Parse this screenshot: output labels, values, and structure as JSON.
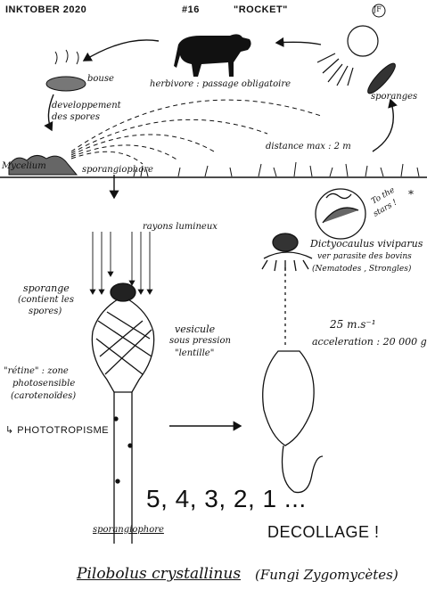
{
  "header": {
    "left": "INKTOBER 2020",
    "number": "#16",
    "theme": "\"ROCKET\"",
    "signature": "JF"
  },
  "top": {
    "bouse": "bouse",
    "herbivore": "herbivore : passage obligatoire",
    "developpement_1": "developpement",
    "developpement_2": "des spores",
    "sporanges": "sporanges",
    "mycelium": "Mycelium",
    "sporangiophore": "sporangiophore",
    "distance": "distance max : 2 m"
  },
  "left_panel": {
    "rayons": "rayons lumineux",
    "sporange_1": "sporange",
    "sporange_2": "(contient les",
    "sporange_3": "spores)",
    "vesicule_1": "vesicule",
    "vesicule_2": "sous pression",
    "vesicule_3": "\"lentille\"",
    "retine_1": "\"rétine\" : zone",
    "retine_2": "photosensible",
    "retine_3": "(carotenoïdes)",
    "phototropisme": "↳ PHOTOTROPISME",
    "sporangiophore_bottom": "sporangiophore"
  },
  "right_panel": {
    "to_the_stars_1": "To the",
    "to_the_stars_2": "stars !",
    "star_mark": "*",
    "dictyocaulus": "Dictyocaulus viviparus",
    "ver_1": "ver parasite des bovins",
    "ver_2": "(Nematodes , Strongles)",
    "speed": "25 m.s⁻¹",
    "acceleration": "acceleration : 20 000 g !"
  },
  "countdown": "5, 4, 3, 2, 1 ...",
  "decollage": "DECOLLAGE !",
  "title_species": "Pilobolus crystallinus",
  "title_group": "(Fungi Zygomycètes)"
}
